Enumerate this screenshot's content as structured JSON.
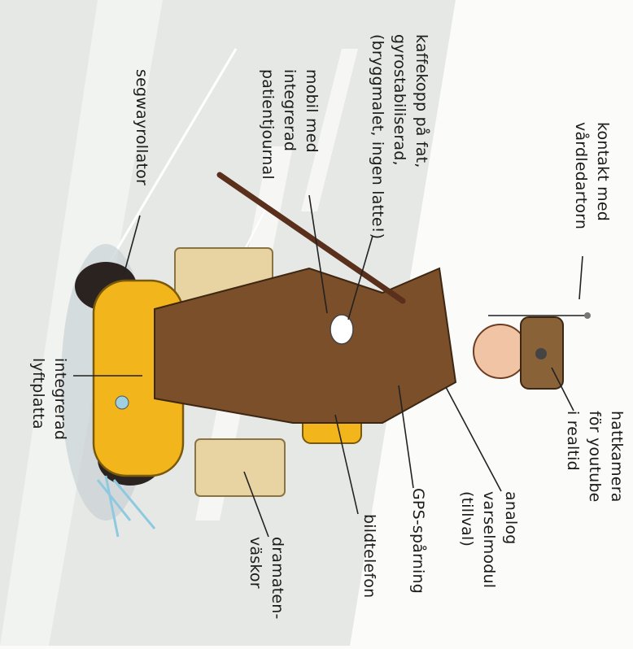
{
  "labels": {
    "contact": "kontakt med\nvårdledartorn",
    "hatcam": "hattkamera\nför youtube\ni realtid",
    "warning": "analog\nvarselmodul\n(tillval)",
    "gps": "GPS-spårning",
    "videophone": "bildtelefon",
    "bags": "dramaten-\nväskor",
    "lift": "integrerad\nlyftplatta",
    "segway": "segwayrollator",
    "journal": "mobil med\nintegrerad\npatientjournal",
    "coffee": "kaffekopp på fat,\ngyrostabiliserad,\n(bryggmalet, ingen latte!)"
  },
  "colors": {
    "background": "#fbfbf9",
    "snow": "#e6e8e6",
    "scooter": "#f2b51c",
    "coat": "#7a4f2a",
    "basket": "#e8d3a2",
    "cane": "#5a2f1c"
  }
}
